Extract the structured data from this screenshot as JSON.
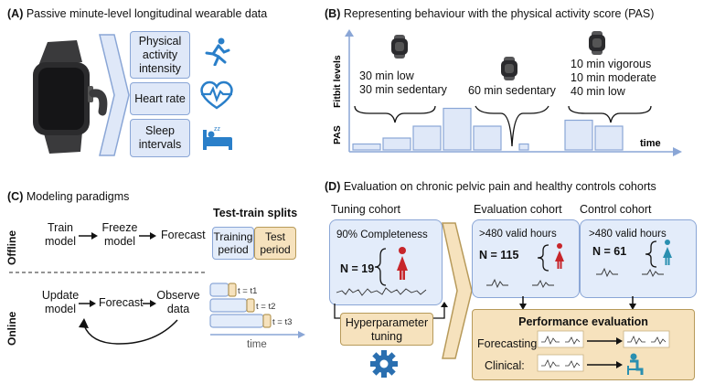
{
  "panel_a": {
    "title_letter": "(A)",
    "title": "Passive minute-level longitudinal wearable data",
    "boxes": [
      {
        "label": "Physical activity intensity",
        "icon": "running-person-icon"
      },
      {
        "label": "Heart rate",
        "icon": "heart-pulse-icon"
      },
      {
        "label": "Sleep intervals",
        "icon": "sleeping-bed-icon"
      }
    ]
  },
  "panel_b": {
    "title_letter": "(B)",
    "title": "Representing behaviour with the  physical activity score (PAS)",
    "y_label_top": "Fitbit levels",
    "y_label_bottom": "PAS",
    "x_label": "time",
    "annotations": [
      {
        "lines": [
          "30 min low",
          "30 min sedentary"
        ]
      },
      {
        "lines": [
          "60 min sedentary"
        ]
      },
      {
        "lines": [
          "10 min vigorous",
          "10 min moderate",
          "40 min low"
        ]
      }
    ],
    "pas_values": [
      1,
      2,
      4,
      7,
      4,
      0,
      1,
      0,
      5,
      4
    ],
    "colors": {
      "bar_fill": "#dfe8f8",
      "bar_stroke": "#8aa6d6",
      "axis": "#8aa6d6"
    }
  },
  "panel_c": {
    "title_letter": "(C)",
    "title": "Modeling paradigms",
    "offline_label": "Offline",
    "online_label": "Online",
    "offline_steps": [
      "Train model",
      "Freeze model",
      "Forecast"
    ],
    "online_steps": [
      "Update model",
      "Forecast",
      "Observe data"
    ],
    "splits_title": "Test-train splits",
    "training_label": "Training period",
    "test_label": "Test period",
    "time_steps": [
      "t = t1",
      "t = t2",
      "t = t3"
    ],
    "time_label": "time"
  },
  "panel_d": {
    "title_letter": "(D)",
    "title": "Evaluation on chronic pelvic pain and healthy controls cohorts",
    "tuning_title": "Tuning cohort",
    "tuning_completeness": "90% Completeness",
    "tuning_n": "N = 19",
    "evaluation_title": "Evaluation cohort",
    "evaluation_hours": ">480 valid hours",
    "evaluation_n": "N = 115",
    "control_title": "Control cohort",
    "control_hours": ">480 valid hours",
    "control_n": "N = 61",
    "hyperparameter_label": "Hyperparameter tuning",
    "performance_title": "Performance evaluation",
    "forecasting_label": "Forecasting:",
    "clinical_label": "Clinical:"
  }
}
